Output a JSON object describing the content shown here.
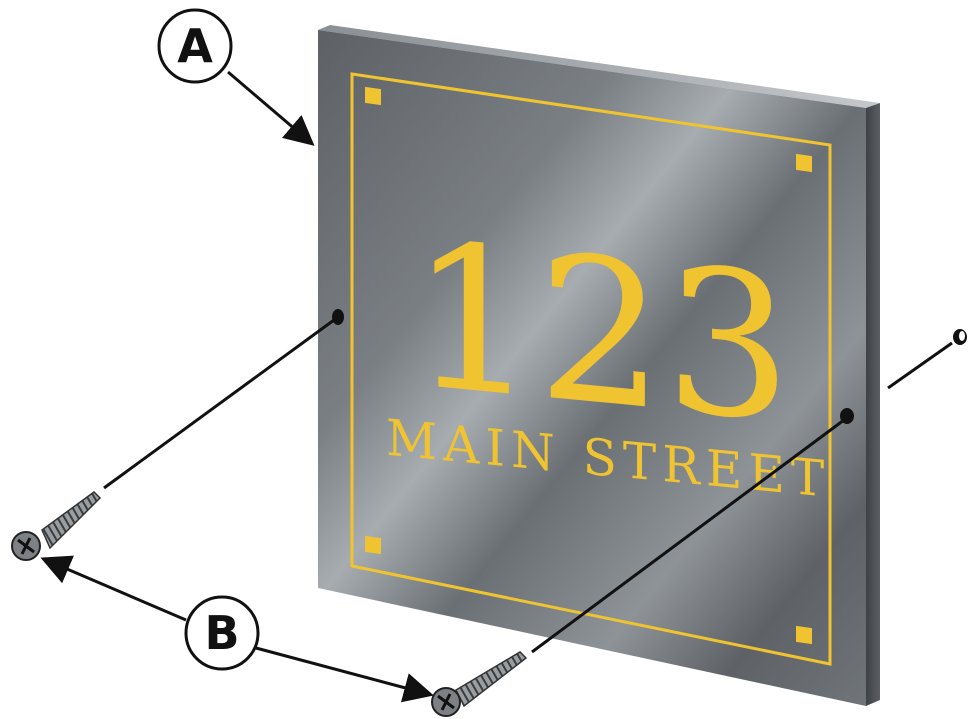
{
  "plaque": {
    "number": "123",
    "street": "MAIN STREET"
  },
  "callouts": {
    "a": "A",
    "b": "B"
  },
  "colors": {
    "plaque_face": "#6b7075",
    "plaque_highlight": "#a4a9ad",
    "plaque_edge": "#4a4e52",
    "gold": "#f0c431",
    "line": "#111111"
  }
}
